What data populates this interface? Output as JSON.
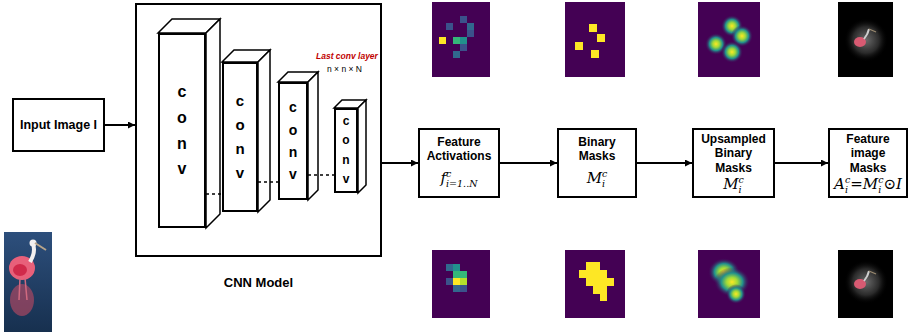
{
  "diagram": {
    "nodes": [
      {
        "text": [
          "Input Image I"
        ]
      },
      {
        "text": [
          "CNN Model"
        ]
      },
      {
        "text": [
          "conv"
        ],
        "in": 1
      },
      {
        "text": [
          "conv"
        ],
        "in": 1
      },
      {
        "text": [
          "conv"
        ],
        "in": 1
      },
      {
        "text": [
          "conv"
        ],
        "in": 1
      },
      {
        "text": [
          "Feature Activations",
          "f",
          "c",
          "i=1..N"
        ]
      },
      {
        "text": [
          "Binary Masks",
          "M",
          "c",
          "i"
        ]
      },
      {
        "text": [
          "Upsampled Binary Masks",
          "M",
          "c",
          "i"
        ]
      },
      {
        "text": [
          "Feature image Masks",
          "A",
          "c",
          "i",
          "=M",
          "c",
          "i",
          "⊙I"
        ]
      }
    ],
    "edges": [
      {
        "from": 0,
        "to": 1,
        "arrow": "to"
      },
      {
        "from": 2,
        "to": 3,
        "arrow": "none"
      },
      {
        "from": 3,
        "to": 4,
        "arrow": "none"
      },
      {
        "from": 4,
        "to": 5,
        "arrow": "none"
      },
      {
        "from": 1,
        "to": 6,
        "arrow": "to"
      },
      {
        "from": 6,
        "to": 7,
        "arrow": "to"
      },
      {
        "from": 7,
        "to": 8,
        "arrow": "to"
      },
      {
        "from": 8,
        "to": 9,
        "arrow": "to"
      }
    ],
    "labels": [
      "Last conv layer",
      "n × n × N"
    ]
  }
}
